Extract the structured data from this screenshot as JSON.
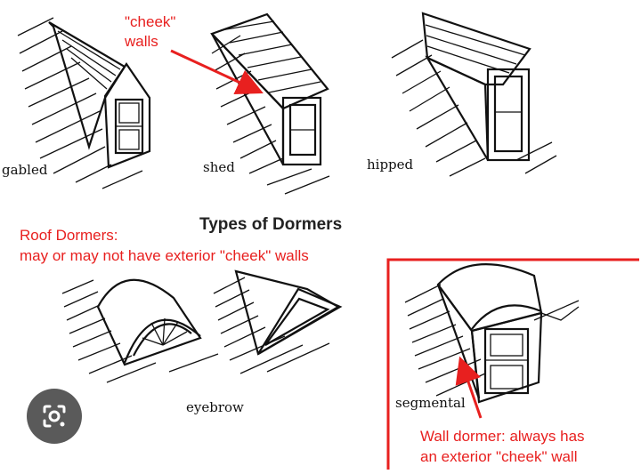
{
  "title": "Types of Dormers",
  "labels": {
    "gabled": "gabled",
    "shed": "shed",
    "hipped": "hipped",
    "eyebrow": "eyebrow",
    "segmental": "segmental"
  },
  "annotations": {
    "cheek_walls_line1": "\"cheek\"",
    "cheek_walls_line2": "walls",
    "roof_dormers_line1": "Roof Dormers:",
    "roof_dormers_line2": "may or may not have exterior \"cheek\" walls",
    "wall_dormer_line1": "Wall dormer: always has",
    "wall_dormer_line2": "an exterior \"cheek\" wall"
  },
  "colors": {
    "annotation": "#e8201f",
    "ink": "#111111",
    "lens_button": "#5a5a5a"
  },
  "icons": {
    "lens": "google-lens-icon"
  }
}
